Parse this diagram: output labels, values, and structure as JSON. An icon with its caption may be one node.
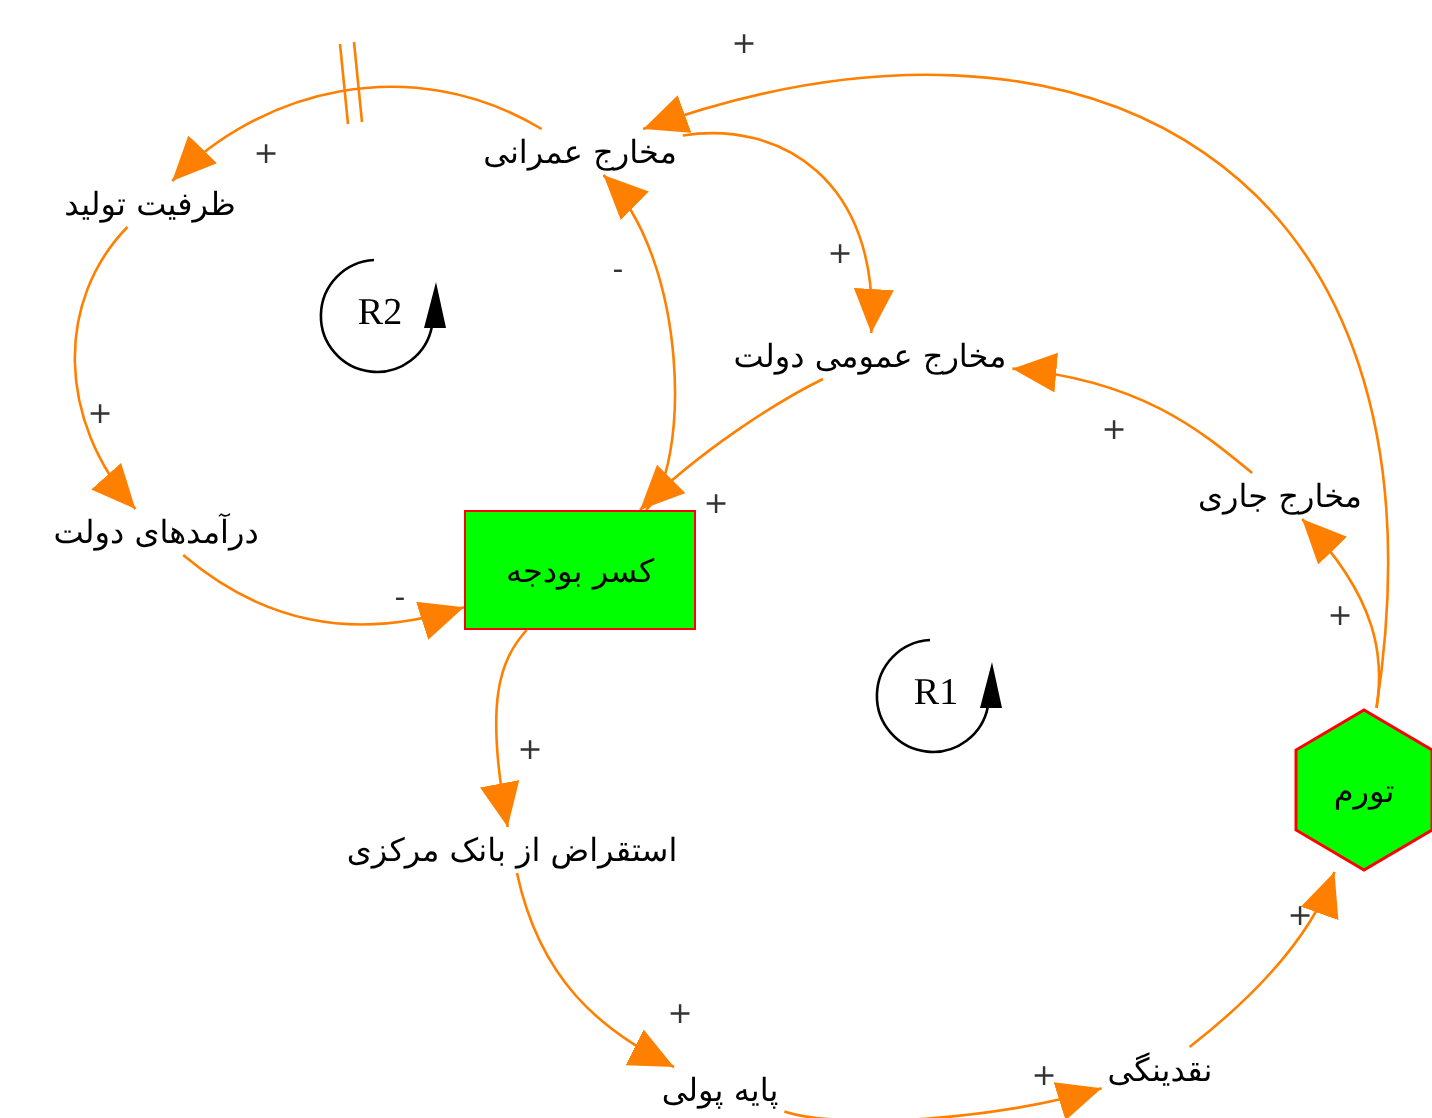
{
  "diagram": {
    "nodes": [
      {
        "text": [
          "مخارج عمرانی"
        ]
      },
      {
        "text": [
          "ظرفیت تولید"
        ]
      },
      {
        "text": [
          "مخارج عمومی دولت"
        ]
      },
      {
        "text": [
          "درآمدهای دولت"
        ]
      },
      {
        "text": [
          "کسر بودجه"
        ]
      },
      {
        "text": [
          "مخارج جاری"
        ]
      },
      {
        "text": [
          "تورم"
        ]
      },
      {
        "text": [
          "استقراض از بانک مرکزی"
        ]
      },
      {
        "text": [
          "پایه پولی"
        ]
      },
      {
        "text": [
          "نقدینگی"
        ]
      }
    ],
    "edges": [
      {
        "from": 0,
        "to": 1,
        "arrow": "to",
        "label": "+"
      },
      {
        "from": 1,
        "to": 3,
        "arrow": "to",
        "label": "+"
      },
      {
        "from": 3,
        "to": 4,
        "arrow": "to",
        "label": "-"
      },
      {
        "from": 4,
        "to": 0,
        "arrow": "to",
        "label": "-"
      },
      {
        "from": 0,
        "to": 2,
        "arrow": "to",
        "label": "+"
      },
      {
        "from": 2,
        "to": 4,
        "arrow": "to",
        "label": "+"
      },
      {
        "from": 5,
        "to": 2,
        "arrow": "to",
        "label": "+"
      },
      {
        "from": 6,
        "to": 5,
        "arrow": "to",
        "label": "+"
      },
      {
        "from": 6,
        "to": 0,
        "arrow": "to",
        "label": "+"
      },
      {
        "from": 4,
        "to": 7,
        "arrow": "to",
        "label": "+"
      },
      {
        "from": 7,
        "to": 8,
        "arrow": "to",
        "label": "+"
      },
      {
        "from": 8,
        "to": 9,
        "arrow": "to",
        "label": "+"
      },
      {
        "from": 9,
        "to": 6,
        "arrow": "to",
        "label": "+"
      }
    ],
    "labels": [
      "R2",
      "R1"
    ]
  }
}
